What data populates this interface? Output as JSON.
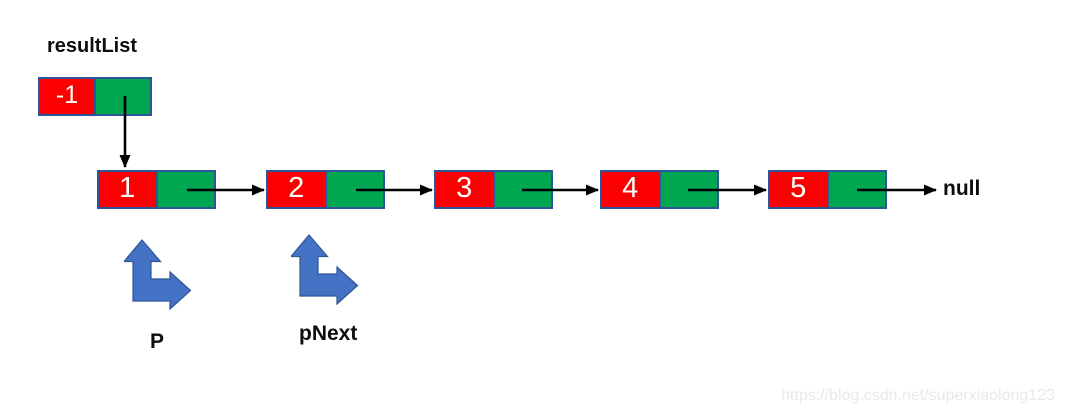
{
  "diagram": {
    "head_label": "resultList",
    "head_node": {
      "value": "-1"
    },
    "nodes": [
      {
        "value": "1"
      },
      {
        "value": "2"
      },
      {
        "value": "3"
      },
      {
        "value": "4"
      },
      {
        "value": "5"
      }
    ],
    "terminator_label": "null",
    "pointer_labels": {
      "p": "P",
      "pnext": "pNext"
    }
  },
  "watermark": "https://blog.csdn.net/superxiaolong123",
  "colors": {
    "node_value_bg": "#fb0000",
    "node_pointer_bg": "#00a650",
    "node_border": "#2e5597",
    "pointer_arrow_fill": "#4472c4",
    "pointer_arrow_border": "#2f5597",
    "connector": "#000000",
    "watermark_color": "#e9e9e9"
  }
}
